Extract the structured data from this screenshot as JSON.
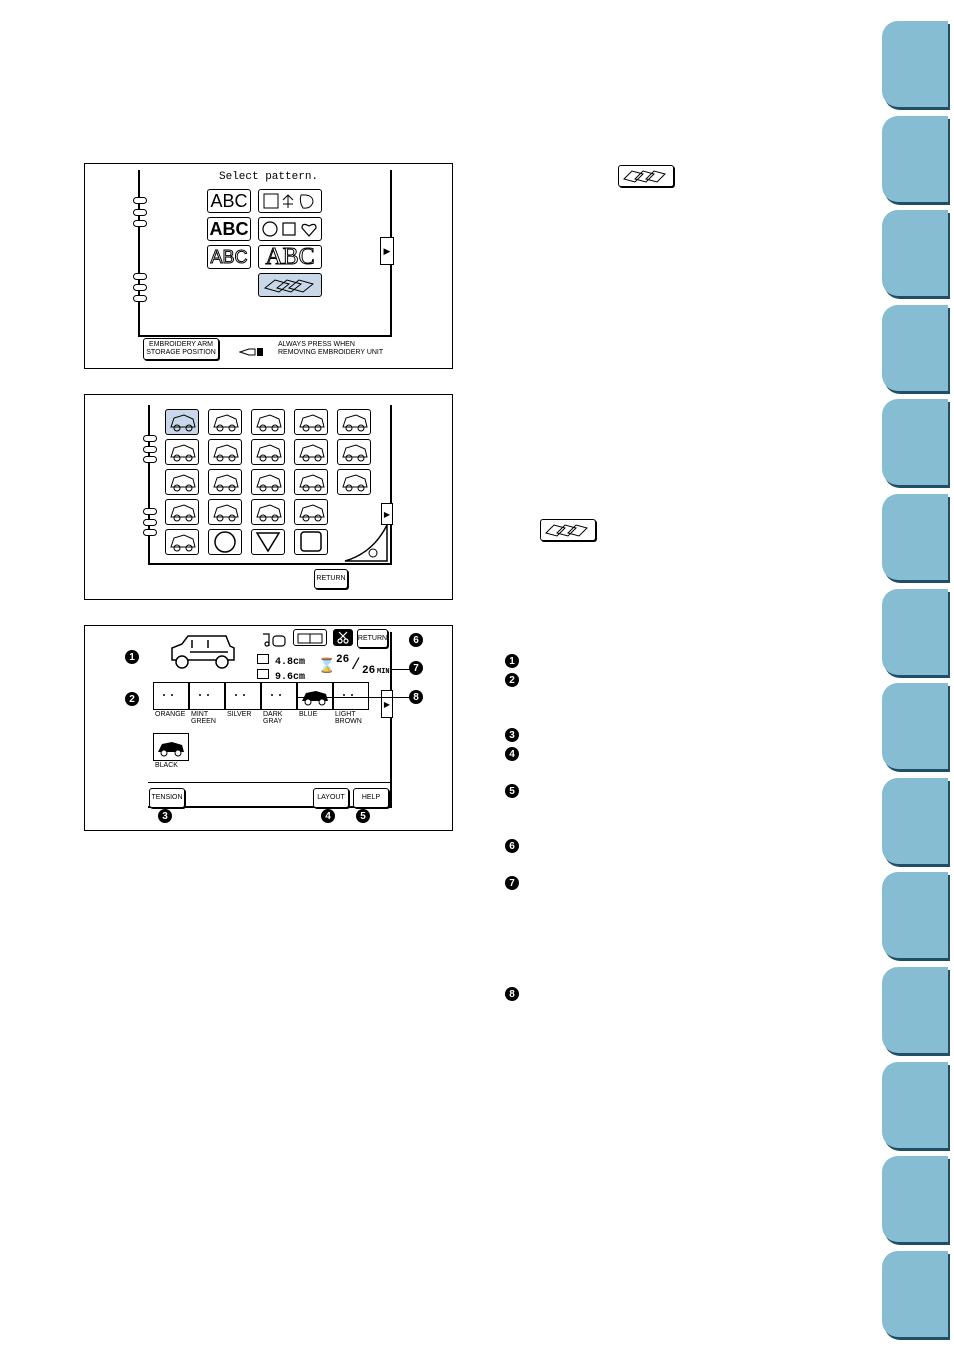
{
  "screen1": {
    "title": "Select pattern.",
    "font_keys": [
      "ABC",
      "ABC",
      "ABC"
    ],
    "big_font_key": "ABC",
    "storage_button": "EMBROIDERY ARM\nSTORAGE POSITION",
    "notice": "ALWAYS PRESS WHEN\nREMOVING EMBROIDERY UNIT"
  },
  "screen2": {
    "return_label": "RETURN"
  },
  "screen3": {
    "return_label": "RETURN",
    "height": "4.8cm",
    "width": "9.6cm",
    "time_current": "26",
    "time_total": "26",
    "time_unit": "MIN",
    "colors": [
      "ORANGE",
      "MINT\nGREEN",
      "SILVER",
      "DARK\nGRAY",
      "BLUE",
      "LIGHT\nBROWN",
      "BLACK"
    ],
    "tension_label": "TENSION",
    "layout_label": "LAYOUT",
    "help_label": "HELP"
  },
  "callouts": [
    "1",
    "2",
    "3",
    "4",
    "5",
    "6",
    "7",
    "8"
  ],
  "side_tabs_count": 14,
  "colors": {
    "tab": "#86bdd3",
    "tab_shadow": "#1f4f66"
  }
}
